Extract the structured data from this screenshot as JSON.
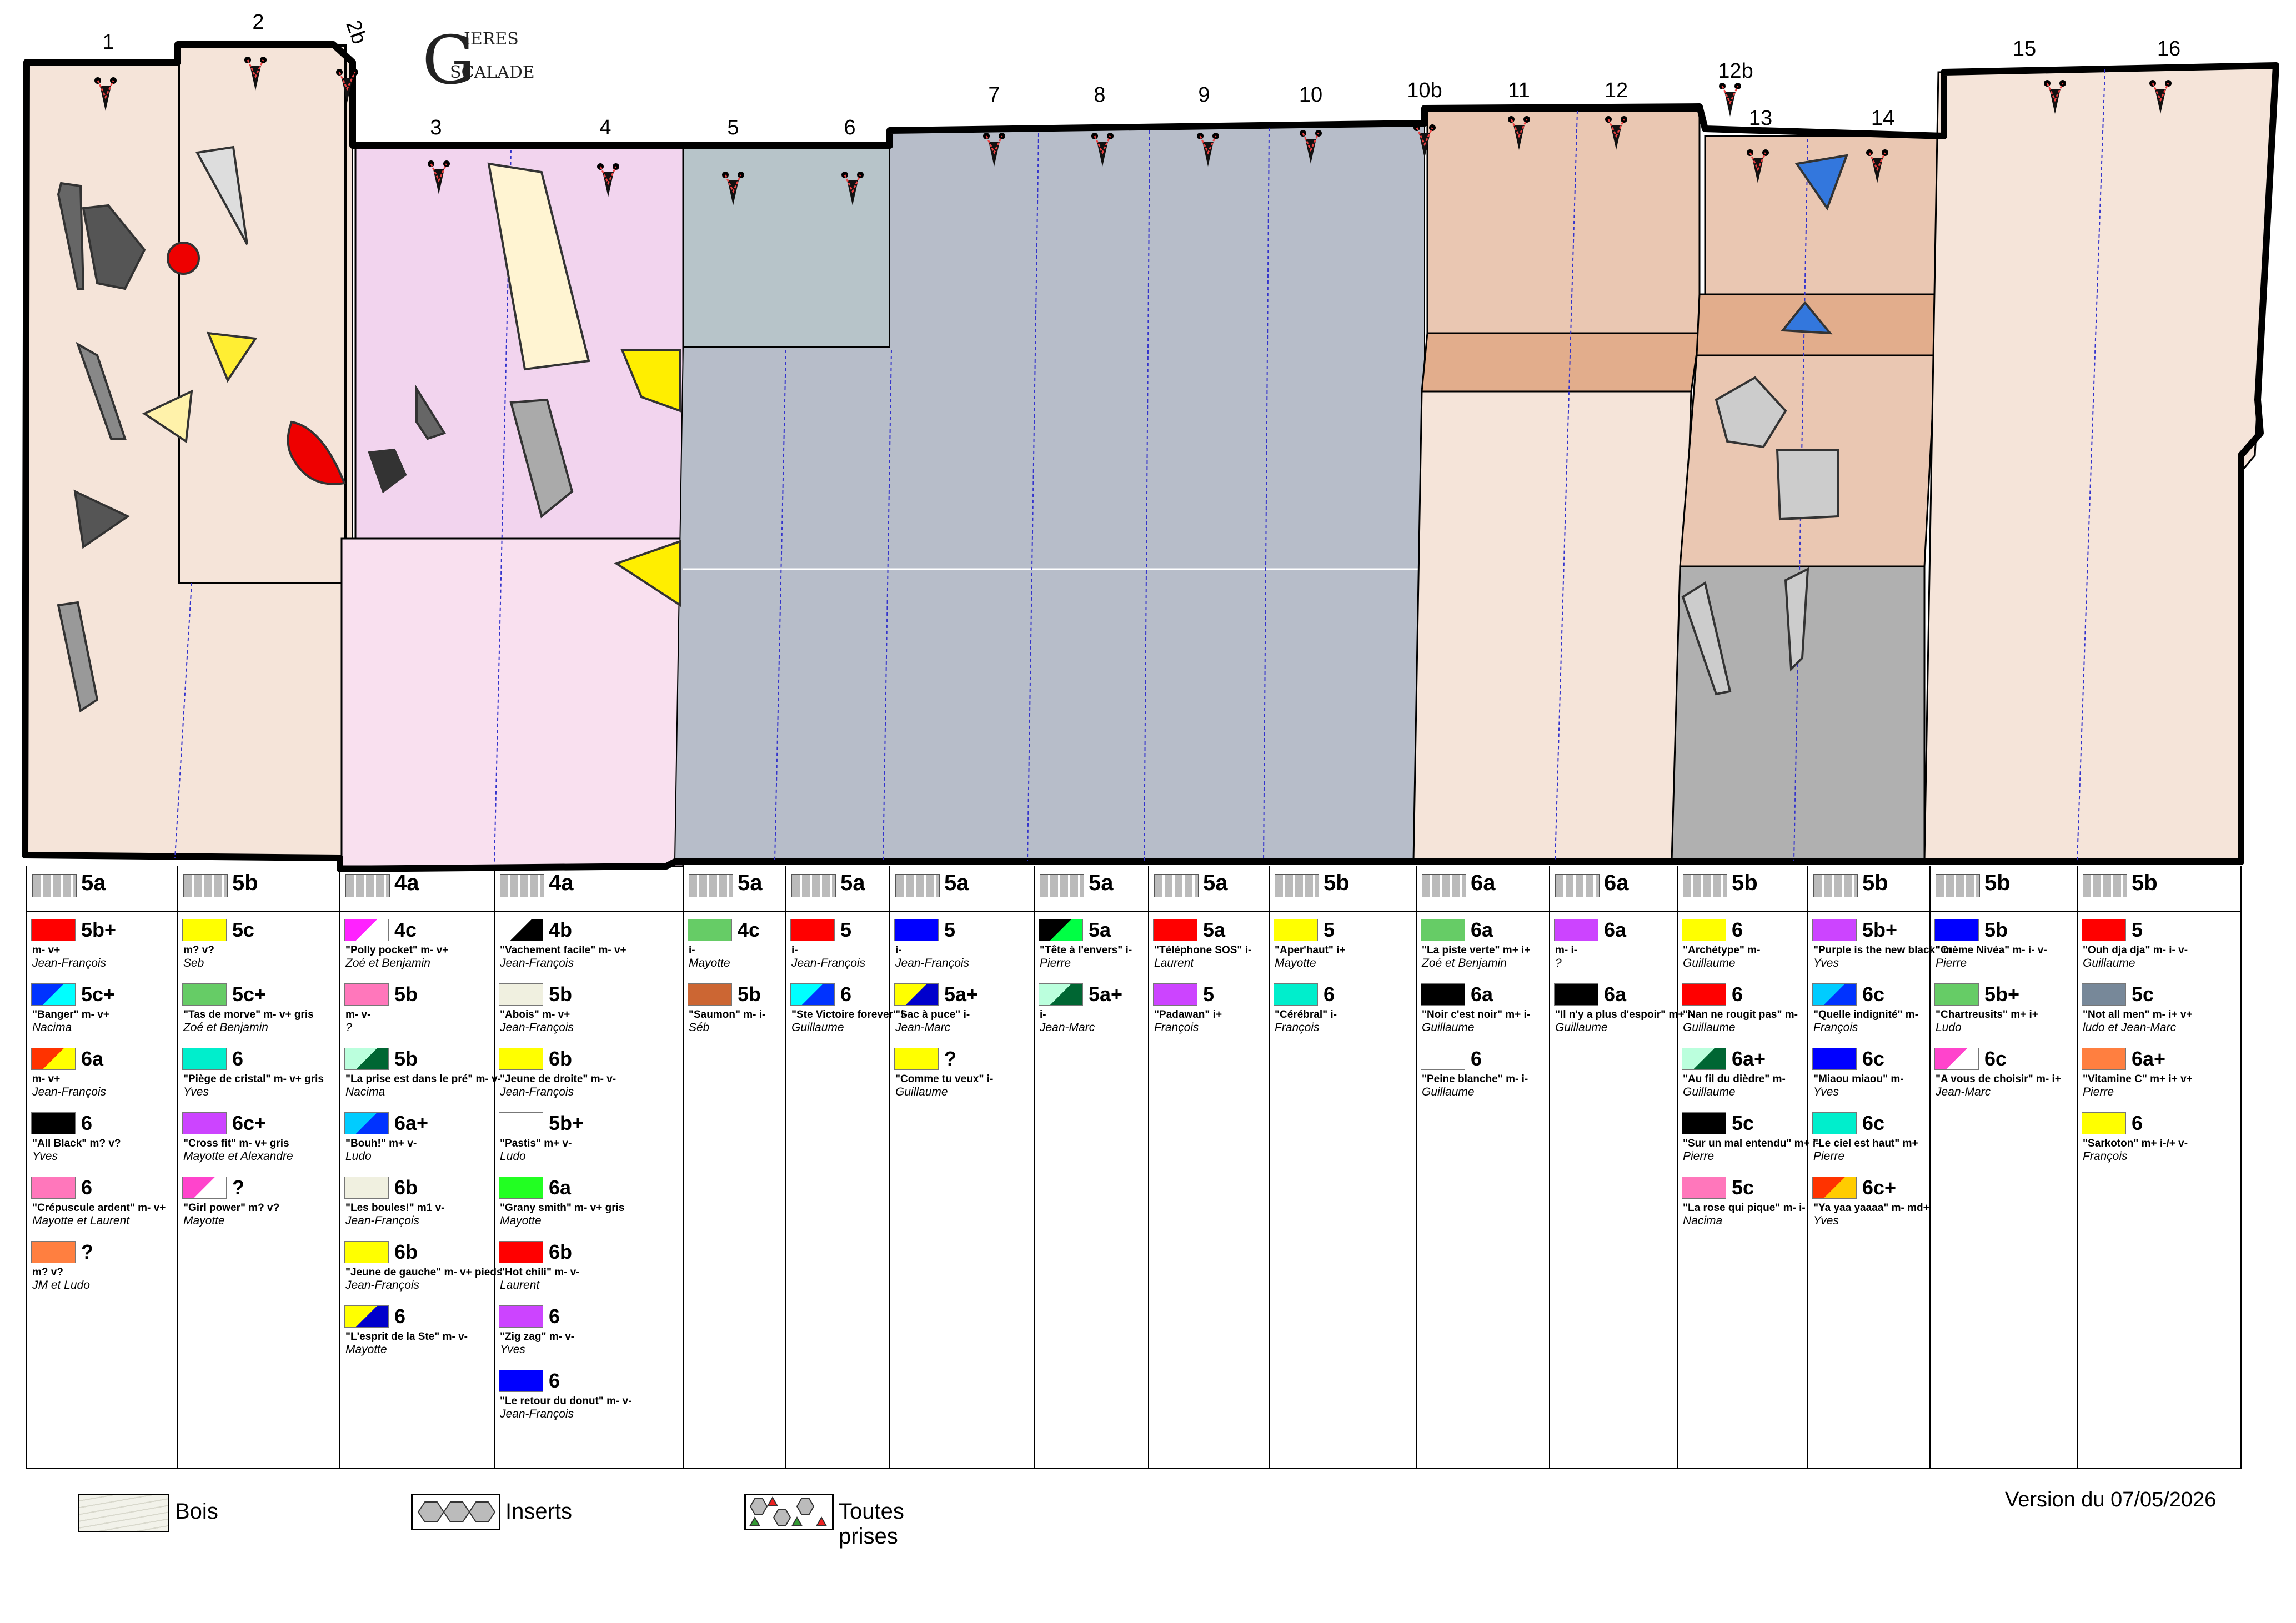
{
  "logo_text": "Gières Escalade",
  "version": "Version du 07/05/2026",
  "legend": [
    {
      "label": "Bois",
      "kind": "wood"
    },
    {
      "label": "Inserts",
      "kind": "inserts"
    },
    {
      "label": "Toutes prises",
      "kind": "all"
    }
  ],
  "line_numbers": [
    "1",
    "2",
    "2b",
    "3",
    "4",
    "5",
    "6",
    "7",
    "8",
    "9",
    "10",
    "10b",
    "11",
    "12",
    "12b",
    "13",
    "14",
    "15",
    "16"
  ],
  "columns": [
    {
      "col_grade": "5a",
      "routes": [
        {
          "color": [
            "#ff0000"
          ],
          "grade": "5b+",
          "name": "m- v+",
          "author": "Jean-François"
        },
        {
          "color": [
            "#0033ff",
            "#00ffff"
          ],
          "grade": "5c+",
          "name": "\"Banger\" m- v+",
          "author": "Nacima"
        },
        {
          "color": [
            "#ff3300",
            "#ffff00"
          ],
          "grade": "6a",
          "name": "m- v+",
          "author": "Jean-François"
        },
        {
          "color": [
            "#000000"
          ],
          "grade": "6",
          "name": "\"All Black\" m? v?",
          "author": "Yves"
        },
        {
          "color": [
            "#ff77bb"
          ],
          "grade": "6",
          "name": "\"Crépuscule ardent\" m- v+",
          "author": "Mayotte et Laurent"
        },
        {
          "color": [
            "#ff7f40"
          ],
          "grade": "?",
          "name": "m? v?",
          "author": "JM et Ludo"
        }
      ]
    },
    {
      "col_grade": "5b",
      "routes": [
        {
          "color": [
            "#ffff00"
          ],
          "grade": "5c",
          "name": "m? v?",
          "author": "Seb"
        },
        {
          "color": [
            "#66cc66"
          ],
          "grade": "5c+",
          "name": "\"Tas de morve\" m- v+ gris",
          "author": "Zoé et Benjamin"
        },
        {
          "color": [
            "#00eecc"
          ],
          "grade": "6",
          "name": "\"Piège de cristal\" m- v+ gris",
          "author": "Yves"
        },
        {
          "color": [
            "#cc44ff"
          ],
          "grade": "6c+",
          "name": "\"Cross fit\" m- v+ gris",
          "author": "Mayotte et Alexandre"
        },
        {
          "color": [
            "#ff44cc",
            "#ffffff"
          ],
          "grade": "?",
          "name": "\"Girl power\" m? v?",
          "author": "Mayotte"
        }
      ]
    },
    {
      "col_grade": "4a",
      "routes": [
        {
          "color": [
            "#ff22ff",
            "#ffffff"
          ],
          "grade": "4c",
          "name": "\"Polly pocket\" m- v+",
          "author": "Zoé et Benjamin"
        },
        {
          "color": [
            "#ff77bb"
          ],
          "grade": "5b",
          "name": "m- v-",
          "author": "?"
        },
        {
          "color": [
            "#bbffdd",
            "#006633"
          ],
          "grade": "5b",
          "name": "\"La prise est dans le pré\" m- v-",
          "author": "Nacima"
        },
        {
          "color": [
            "#00ccff",
            "#0033ff"
          ],
          "grade": "6a+",
          "name": "\"Bouh!\" m+ v-",
          "author": "Ludo"
        },
        {
          "color": [
            "#f0f0e0"
          ],
          "grade": "6b",
          "name": "\"Les boules!\" m1 v-",
          "author": "Jean-François"
        },
        {
          "color": [
            "#ffff00"
          ],
          "grade": "6b",
          "name": "\"Jeune de gauche\" m- v+ pieds",
          "author": "Jean-François"
        },
        {
          "color": [
            "#ffff00",
            "#0000cc"
          ],
          "grade": "6",
          "name": "\"L'esprit de la Ste\" m- v-",
          "author": "Mayotte"
        }
      ]
    },
    {
      "col_grade": "4a",
      "routes": [
        {
          "color": [
            "#ffffff",
            "#000000"
          ],
          "grade": "4b",
          "name": "\"Vachement facile\" m- v+",
          "author": "Jean-François"
        },
        {
          "color": [
            "#f0f0e0"
          ],
          "grade": "5b",
          "name": "\"Abois\" m- v+",
          "author": "Jean-François"
        },
        {
          "color": [
            "#ffff00"
          ],
          "grade": "6b",
          "name": "\"Jeune de droite\" m- v-",
          "author": "Jean-François"
        },
        {
          "color": [
            "#ffffff"
          ],
          "grade": "5b+",
          "name": "\"Pastis\" m+ v-",
          "author": "Ludo"
        },
        {
          "color": [
            "#22ff22"
          ],
          "grade": "6a",
          "name": "\"Grany smith\" m- v+ gris",
          "author": "Mayotte"
        },
        {
          "color": [
            "#ff0000"
          ],
          "grade": "6b",
          "name": "\"Hot chili\" m- v-",
          "author": "Laurent"
        },
        {
          "color": [
            "#cc44ff"
          ],
          "grade": "6",
          "name": "\"Zig zag\" m- v-",
          "author": "Yves"
        },
        {
          "color": [
            "#0000ff"
          ],
          "grade": "6",
          "name": "\"Le retour du donut\" m- v-",
          "author": "Jean-François"
        }
      ]
    },
    {
      "col_grade": "5a",
      "routes": [
        {
          "color": [
            "#66cc66"
          ],
          "grade": "4c",
          "name": "i-",
          "author": "Mayotte"
        },
        {
          "color": [
            "#cc6633"
          ],
          "grade": "5b",
          "name": "\"Saumon\" m- i-",
          "author": "Séb"
        }
      ]
    },
    {
      "col_grade": "5a",
      "routes": [
        {
          "color": [
            "#ff0000"
          ],
          "grade": "5",
          "name": "i-",
          "author": "Jean-François"
        },
        {
          "color": [
            "#00ffff",
            "#0033ff"
          ],
          "grade": "6",
          "name": "\"Ste Victoire forever\" i-",
          "author": "Guillaume"
        }
      ]
    },
    {
      "col_grade": "5a",
      "routes": [
        {
          "color": [
            "#0000ff"
          ],
          "grade": "5",
          "name": "i-",
          "author": "Jean-François"
        },
        {
          "color": [
            "#ffff00",
            "#0000cc"
          ],
          "grade": "5a+",
          "name": "\"Sac à puce\" i-",
          "author": "Jean-Marc"
        },
        {
          "color": [
            "#ffff00"
          ],
          "grade": "?",
          "name": "\"Comme tu veux\" i-",
          "author": "Guillaume"
        }
      ]
    },
    {
      "col_grade": "5a",
      "routes": [
        {
          "color": [
            "#000000",
            "#00ff44"
          ],
          "grade": "5a",
          "name": "\"Tête à l'envers\" i-",
          "author": "Pierre"
        },
        {
          "color": [
            "#bbffdd",
            "#006633"
          ],
          "grade": "5a+",
          "name": "i-",
          "author": "Jean-Marc"
        }
      ]
    },
    {
      "col_grade": "5a",
      "routes": [
        {
          "color": [
            "#ff0000"
          ],
          "grade": "5a",
          "name": "\"Téléphone SOS\" i-",
          "author": "Laurent"
        },
        {
          "color": [
            "#cc44ff"
          ],
          "grade": "5",
          "name": "\"Padawan\" i+",
          "author": "François"
        }
      ]
    },
    {
      "col_grade": "5b",
      "routes": [
        {
          "color": [
            "#ffff00"
          ],
          "grade": "5",
          "name": "\"Aper'haut\" i+",
          "author": "Mayotte"
        },
        {
          "color": [
            "#00eecc"
          ],
          "grade": "6",
          "name": "\"Cérébral\" i-",
          "author": "François"
        }
      ]
    },
    {
      "col_grade": "6a",
      "routes": [
        {
          "color": [
            "#66cc66"
          ],
          "grade": "6a",
          "name": "\"La piste verte\" m+ i+",
          "author": "Zoé et Benjamin"
        },
        {
          "color": [
            "#000000"
          ],
          "grade": "6a",
          "name": "\"Noir c'est noir\" m+ i-",
          "author": "Guillaume"
        },
        {
          "color": [
            "#ffffff"
          ],
          "grade": "6",
          "name": "\"Peine blanche\" m- i-",
          "author": "Guillaume"
        }
      ]
    },
    {
      "col_grade": "6a",
      "routes": [
        {
          "color": [
            "#cc44ff"
          ],
          "grade": "6a",
          "name": "m- i-",
          "author": "?"
        },
        {
          "color": [
            "#000000"
          ],
          "grade": "6a",
          "name": "\"Il n'y a plus d'espoir\" m+ i-",
          "author": "Guillaume"
        }
      ]
    },
    {
      "col_grade": "5b",
      "routes": [
        {
          "color": [
            "#ffff00"
          ],
          "grade": "6",
          "name": "\"Archétype\" m-",
          "author": "Guillaume"
        },
        {
          "color": [
            "#ff0000"
          ],
          "grade": "6",
          "name": "\"Nan ne rougit pas\" m-",
          "author": "Guillaume"
        },
        {
          "color": [
            "#bbffdd",
            "#006633"
          ],
          "grade": "6a+",
          "name": "\"Au fil du dièdre\" m-",
          "author": "Guillaume"
        },
        {
          "color": [
            "#000000"
          ],
          "grade": "5c",
          "name": "\"Sur un mal entendu\" m+ i-",
          "author": "Pierre"
        },
        {
          "color": [
            "#ff77bb"
          ],
          "grade": "5c",
          "name": "\"La rose qui pique\" m- i-",
          "author": "Nacima"
        }
      ]
    },
    {
      "col_grade": "5b",
      "routes": [
        {
          "color": [
            "#cc44ff"
          ],
          "grade": "5b+",
          "name": "\"Purple is the new black\" m-",
          "author": "Yves"
        },
        {
          "color": [
            "#00ccff",
            "#0033ff"
          ],
          "grade": "6c",
          "name": "\"Quelle indignité\" m-",
          "author": "François"
        },
        {
          "color": [
            "#0000ff"
          ],
          "grade": "6c",
          "name": "\"Miaou miaou\" m-",
          "author": "Yves"
        },
        {
          "color": [
            "#00eecc"
          ],
          "grade": "6c",
          "name": "\"Le ciel est haut\" m+",
          "author": "Pierre"
        },
        {
          "color": [
            "#ff3300",
            "#ffcc00"
          ],
          "grade": "6c+",
          "name": "\"Ya yaa yaaaa\" m- md+",
          "author": "Yves"
        }
      ]
    },
    {
      "col_grade": "5b",
      "routes": [
        {
          "color": [
            "#0000ff"
          ],
          "grade": "5b",
          "name": "\"Crème Nivéa\" m- i- v-",
          "author": "Pierre"
        },
        {
          "color": [
            "#66cc66"
          ],
          "grade": "5b+",
          "name": "\"Chartreusits\" m+ i+",
          "author": "Ludo"
        },
        {
          "color": [
            "#ff44cc",
            "#ffffff"
          ],
          "grade": "6c",
          "name": "\"A vous de choisir\" m- i+",
          "author": "Jean-Marc"
        }
      ]
    },
    {
      "col_grade": "5b",
      "routes": [
        {
          "color": [
            "#ff0000"
          ],
          "grade": "5",
          "name": "\"Ouh dja dja\" m- i- v-",
          "author": "Guillaume"
        },
        {
          "color": [
            "#778899"
          ],
          "grade": "5c",
          "name": "\"Not all men\" m- i+ v+",
          "author": "ludo et Jean-Marc"
        },
        {
          "color": [
            "#ff7f40"
          ],
          "grade": "6a+",
          "name": "\"Vitamine C\" m+ i+ v+",
          "author": "Pierre"
        },
        {
          "color": [
            "#ffff00"
          ],
          "grade": "6",
          "name": "\"Sarkoton\" m+ i-/+ v-",
          "author": "François"
        }
      ]
    }
  ]
}
